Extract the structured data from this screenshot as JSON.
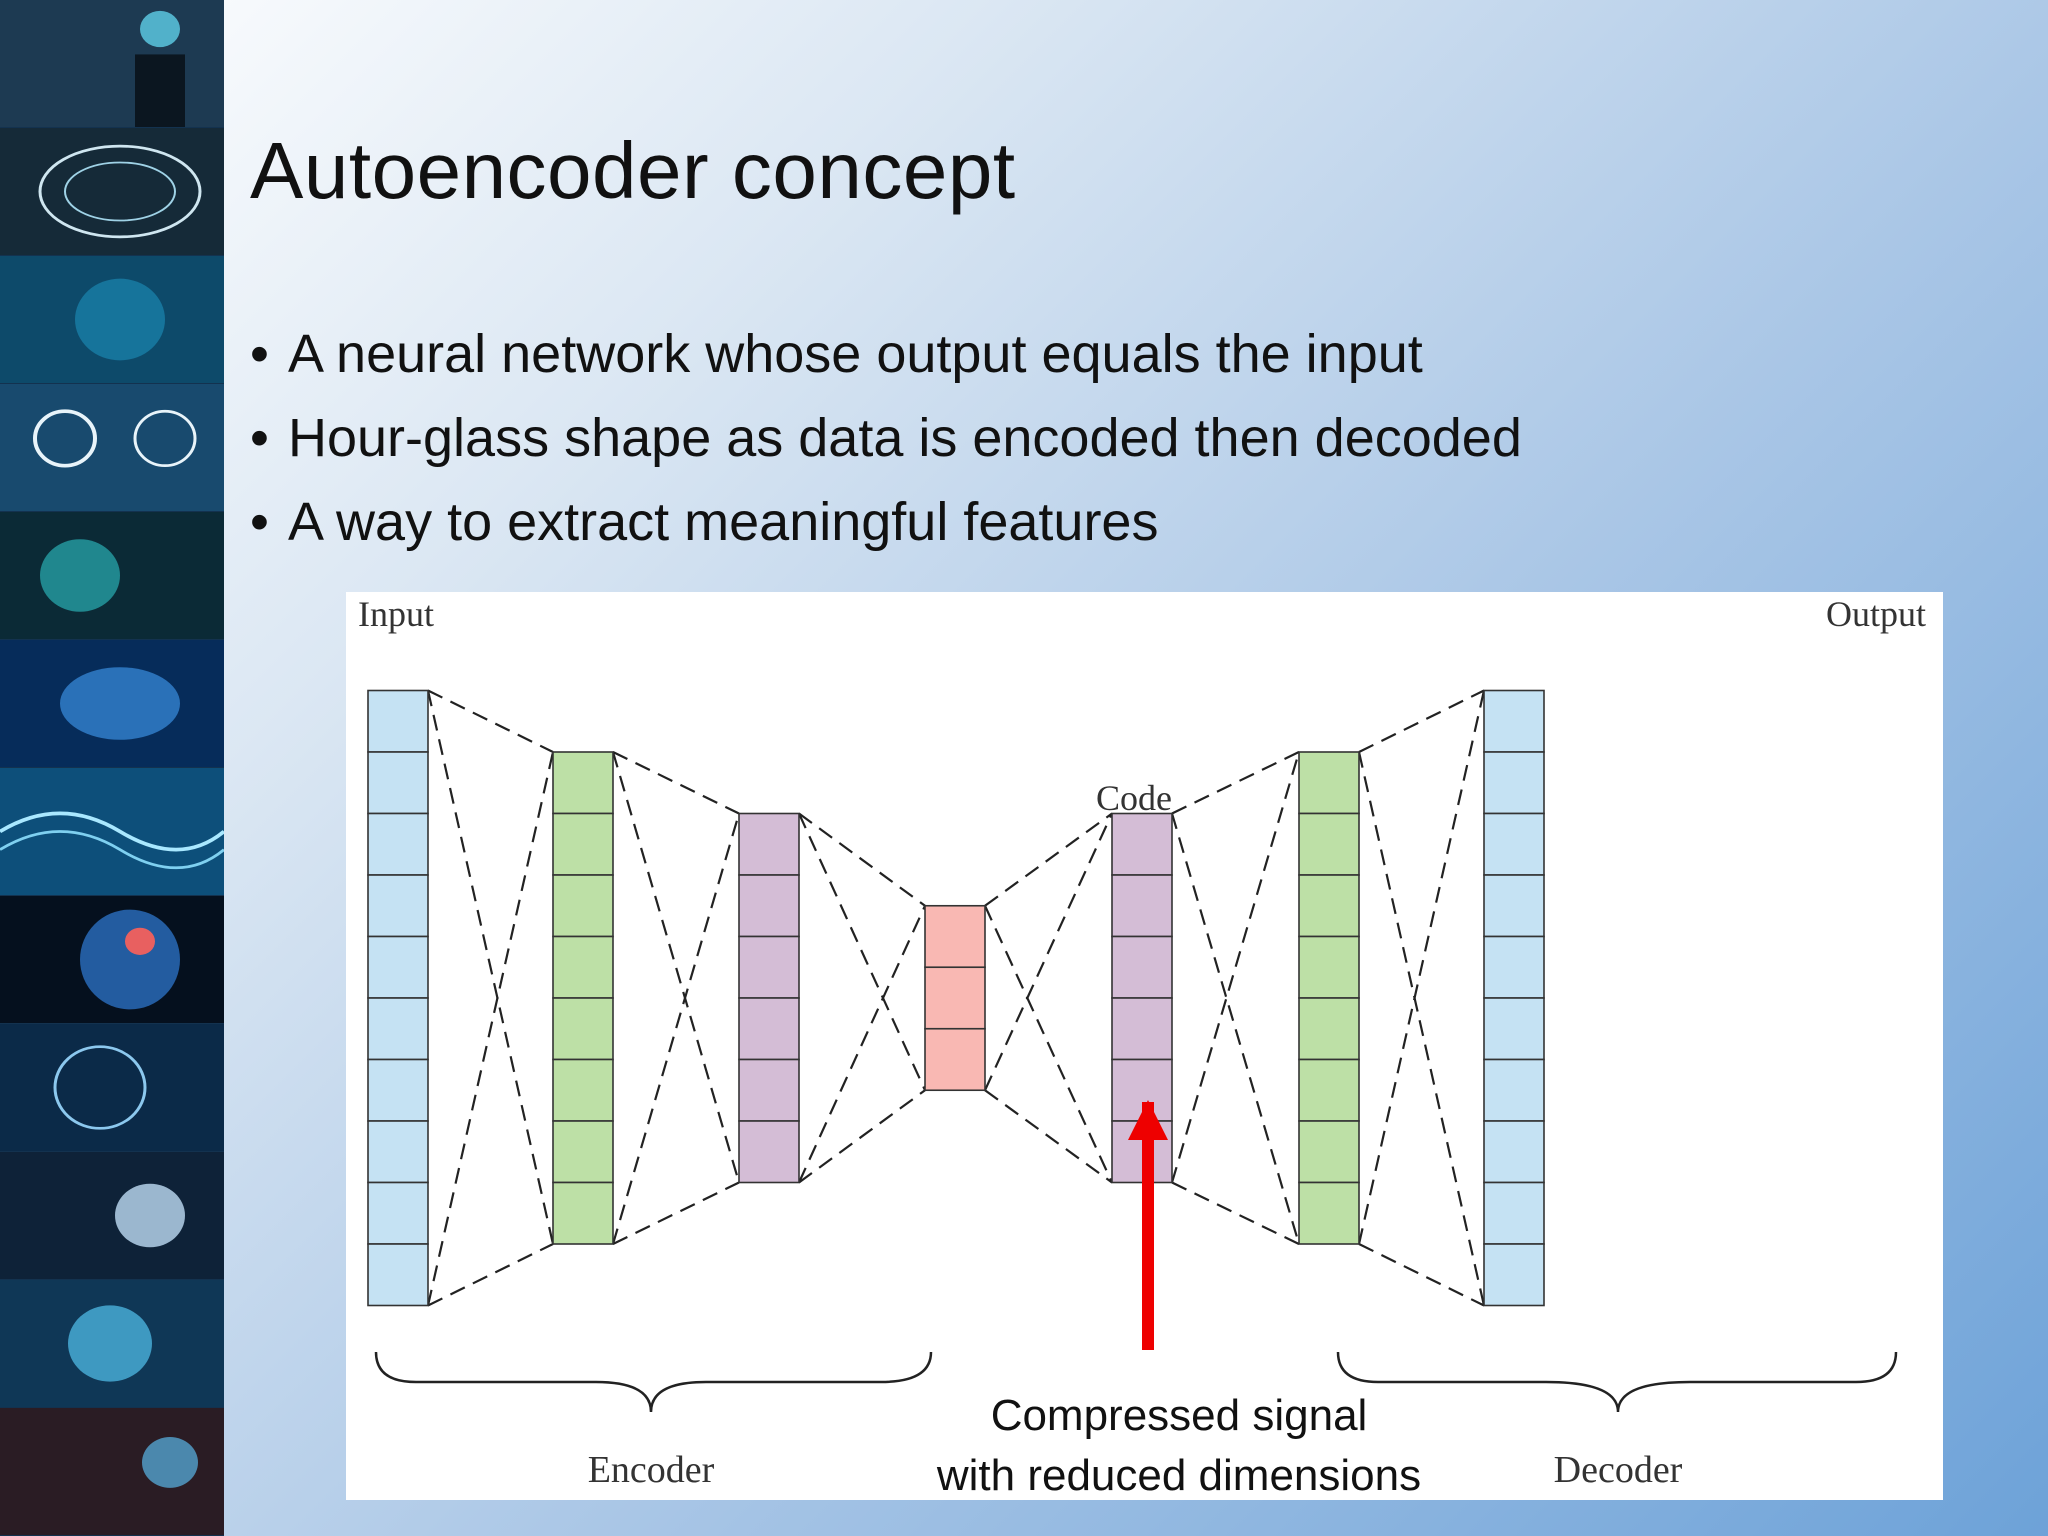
{
  "slide": {
    "title": "Autoencoder concept",
    "bullets": [
      "A neural network whose output equals the input",
      "Hour-glass shape as data is encoded then decoded",
      "A way to extract meaningful features"
    ]
  },
  "sidebar": {
    "thumbnails": [
      "brain-silhouette-image",
      "circuit-brain-image",
      "digital-head-image",
      "gears-brain-image",
      "glowing-brain-image",
      "blue-brain-image",
      "network-brain-image",
      "colorful-face-image",
      "neural-head-image",
      "binary-code-head-image",
      "glowing-head-image",
      "brain-silhouette-image"
    ]
  },
  "diagram": {
    "labels": {
      "input": "Input",
      "output": "Output",
      "code": "Code",
      "encoder": "Encoder",
      "decoder": "Decoder",
      "compressed_line1": "Compressed signal",
      "compressed_line2": "with reduced dimensions"
    },
    "layers": [
      {
        "role": "input",
        "cells": 10,
        "color": "#c5e2f3"
      },
      {
        "role": "encoder-hidden-1",
        "cells": 8,
        "color": "#bde0a6"
      },
      {
        "role": "encoder-hidden-2",
        "cells": 6,
        "color": "#d4bdd6"
      },
      {
        "role": "code",
        "cells": 3,
        "color": "#f9b8b3"
      },
      {
        "role": "decoder-hidden-1",
        "cells": 6,
        "color": "#d4bdd6"
      },
      {
        "role": "decoder-hidden-2",
        "cells": 8,
        "color": "#bde0a6"
      },
      {
        "role": "output",
        "cells": 10,
        "color": "#c5e2f3"
      }
    ],
    "arrow_color": "#ee0000"
  }
}
